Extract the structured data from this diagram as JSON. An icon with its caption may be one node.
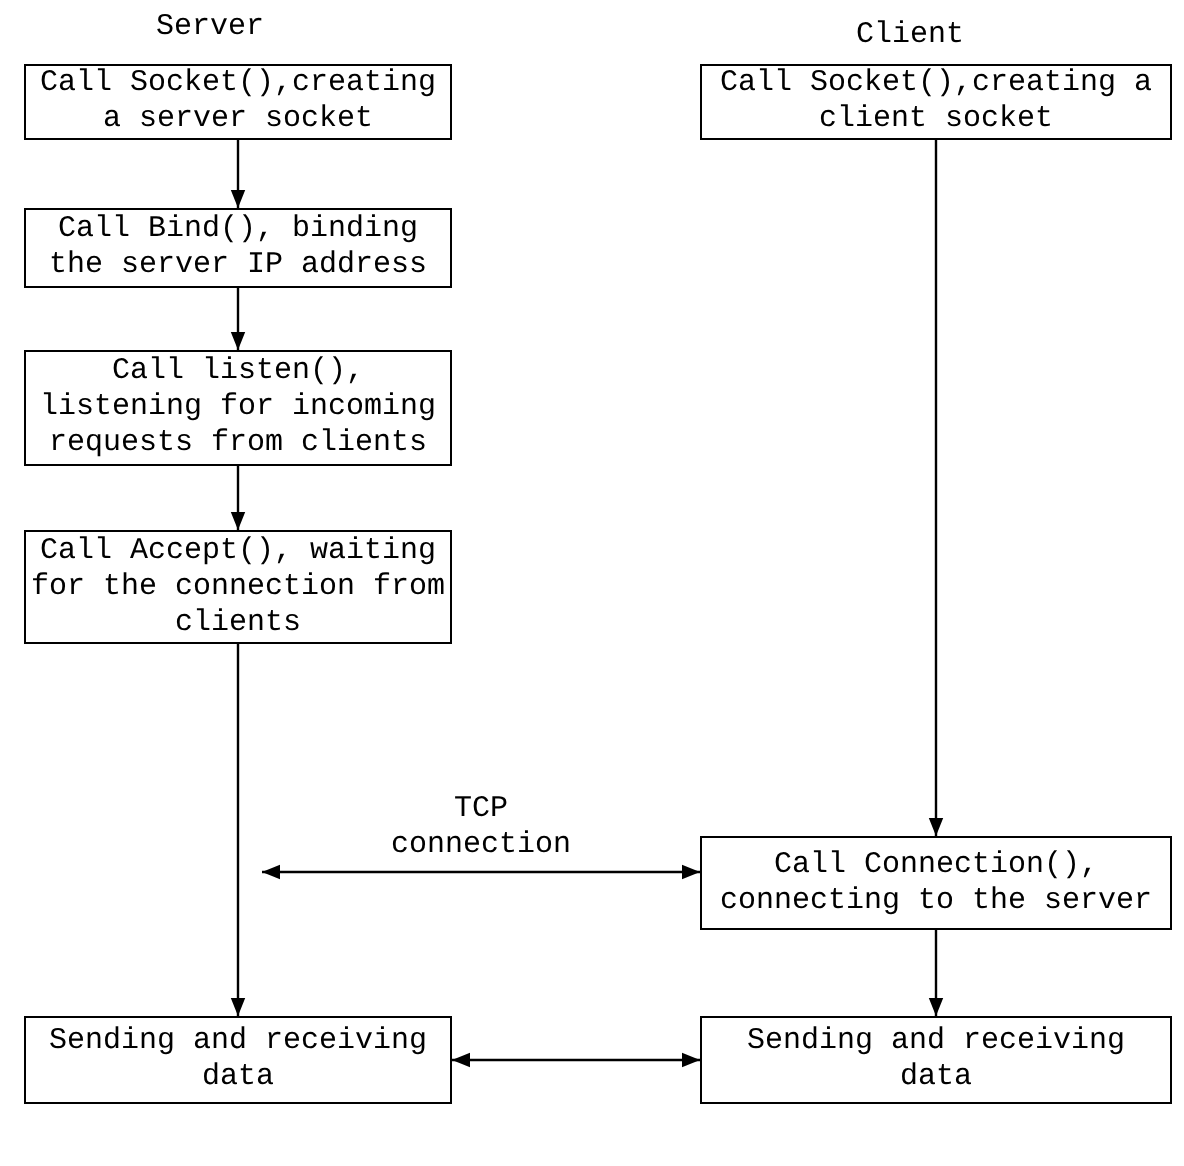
{
  "diagram": {
    "nodes": [
      {
        "text": [
          "Call Socket(),creating a server socket"
        ]
      },
      {
        "text": [
          "Call Bind(), binding the server IP address"
        ]
      },
      {
        "text": [
          "Call listen(), listening for incoming requests from clients"
        ]
      },
      {
        "text": [
          "Call Accept(), waiting for the connection from clients"
        ]
      },
      {
        "text": [
          "Sending and receiving data"
        ]
      },
      {
        "text": [
          "Call Socket(),creating a client socket"
        ]
      },
      {
        "text": [
          "Call Connection(), connecting to the server"
        ]
      },
      {
        "text": [
          "Sending and receiving data"
        ]
      }
    ],
    "edges": [
      {
        "from": 0,
        "to": 1,
        "arrow": "to"
      },
      {
        "from": 1,
        "to": 2,
        "arrow": "to"
      },
      {
        "from": 2,
        "to": 3,
        "arrow": "to"
      },
      {
        "from": 3,
        "to": 4,
        "arrow": "to"
      },
      {
        "from": 5,
        "to": 6,
        "arrow": "to"
      },
      {
        "from": 6,
        "to": 7,
        "arrow": "to"
      },
      {
        "from": null,
        "to": 6,
        "arrow": "both",
        "label": "TCP connection"
      },
      {
        "from": 4,
        "to": 7,
        "arrow": "both"
      }
    ],
    "labels": [
      "Server",
      "Client"
    ]
  }
}
